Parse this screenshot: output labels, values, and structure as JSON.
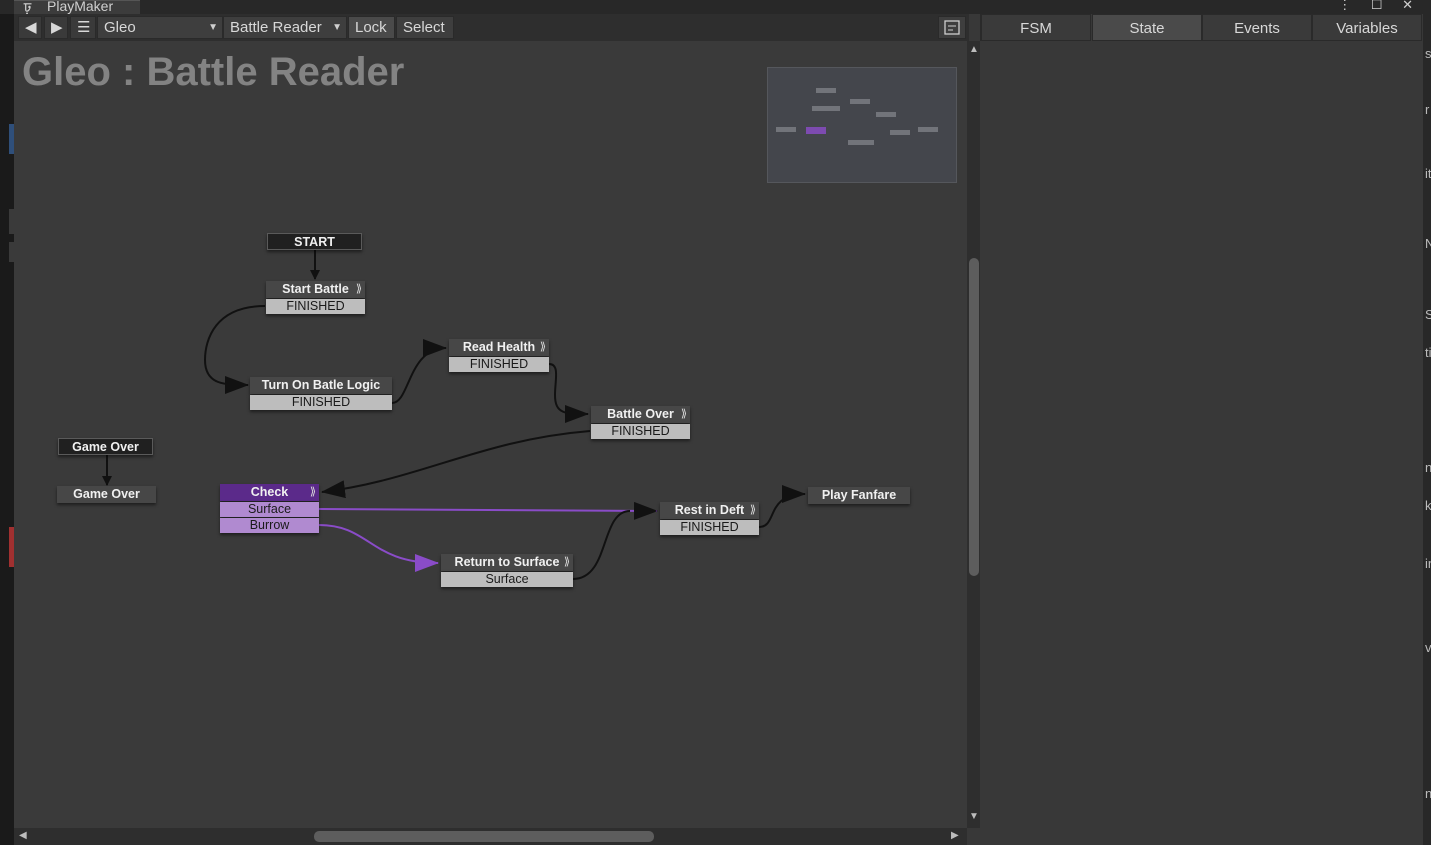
{
  "window": {
    "title": "PlayMaker",
    "logo_icon": "playmaker-logo-icon",
    "controls": "⋮ ☐ ✕"
  },
  "toolbar": {
    "back_icon": "◀",
    "forward_icon": "▶",
    "menu_icon": "☰",
    "gameobject": "Gleo",
    "fsm": "Battle Reader",
    "lock": "Lock",
    "select": "Select",
    "caret": "▼"
  },
  "graph": {
    "title": "Gleo : Battle Reader",
    "nodes": {
      "start": "START",
      "start_battle": "Start Battle",
      "turn_on": "Turn On Batle Logic",
      "read_health": "Read Health",
      "battle_over": "Battle Over",
      "game_over_global": "Game Over",
      "game_over": "Game Over",
      "check": "Check",
      "rest": "Rest in Deft",
      "play_fanfare": "Play Fanfare",
      "return_surface": "Return to Surface"
    },
    "transitions": {
      "start_battle": "FINISHED",
      "turn_on": "FINISHED",
      "read_health": "FINISHED",
      "battle_over": "FINISHED",
      "check_surface": "Surface",
      "check_burrow": "Burrow",
      "rest": "FINISHED",
      "return_surface": "Surface"
    },
    "action_icon": "⟫"
  },
  "inspector": {
    "tabs": [
      "FSM",
      "State",
      "Events",
      "Variables"
    ],
    "selected_tab": "State",
    "right_edge_fragments": [
      "s",
      "r",
      "it",
      "N",
      "S",
      "ti",
      "n",
      "k",
      "ir",
      "v",
      "n"
    ]
  },
  "colors": {
    "accent_purple": "#8a4cc8",
    "active_state": "#5b2a8a",
    "transition_bg": "#bdbdbd"
  }
}
